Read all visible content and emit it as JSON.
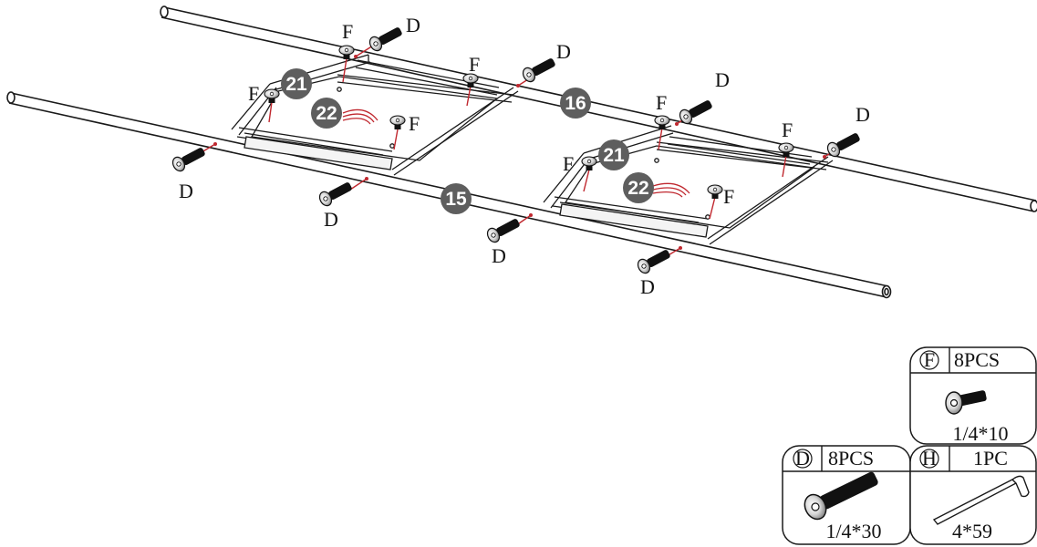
{
  "diagram": {
    "part_labels": {
      "p15": "15",
      "p16": "16",
      "p21": "21",
      "p22": "22"
    },
    "hardware_labels": {
      "d": "D",
      "f": "F"
    }
  },
  "parts_list": [
    {
      "key": "F",
      "letter": "F",
      "qty": "8PCS",
      "size": "1/4*10",
      "icon": "short-bolt-icon"
    },
    {
      "key": "D",
      "letter": "D",
      "qty": "8PCS",
      "size": "1/4*30",
      "icon": "long-bolt-icon"
    },
    {
      "key": "H",
      "letter": "H",
      "qty": "1PC",
      "size": "4*59",
      "icon": "allen-key-icon"
    }
  ],
  "colors": {
    "line": "#1a1a1a",
    "badge": "#5e5e5e",
    "accent": "#c0282f"
  }
}
